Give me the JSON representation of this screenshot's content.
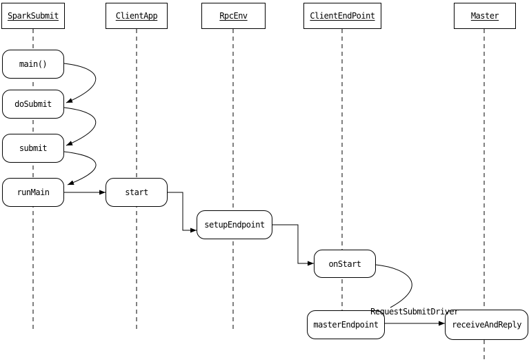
{
  "diagram": {
    "type": "sequence-diagram",
    "colors": {
      "line": "#000000",
      "background": "#ffffff",
      "box_fill": "#ffffff",
      "text": "#000000"
    },
    "lifelines": [
      {
        "name": "SparkSubmit"
      },
      {
        "name": "ClientApp"
      },
      {
        "name": "RpcEnv"
      },
      {
        "name": "ClientEndPoint"
      },
      {
        "name": "Master"
      }
    ],
    "activities": [
      {
        "label": "main()",
        "lifeline": "SparkSubmit"
      },
      {
        "label": "doSubmit",
        "lifeline": "SparkSubmit"
      },
      {
        "label": "submit",
        "lifeline": "SparkSubmit"
      },
      {
        "label": "runMain",
        "lifeline": "SparkSubmit"
      },
      {
        "label": "start",
        "lifeline": "ClientApp"
      },
      {
        "label": "setupEndpoint",
        "lifeline": "RpcEnv"
      },
      {
        "label": "onStart",
        "lifeline": "ClientEndPoint"
      },
      {
        "label": "masterEndpoint",
        "lifeline": "ClientEndPoint"
      },
      {
        "label": "receiveAndReply",
        "lifeline": "Master"
      }
    ],
    "flows": [
      {
        "from": "main()",
        "to": "doSubmit"
      },
      {
        "from": "doSubmit",
        "to": "submit"
      },
      {
        "from": "submit",
        "to": "runMain"
      },
      {
        "from": "runMain",
        "to": "start"
      },
      {
        "from": "start",
        "to": "setupEndpoint"
      },
      {
        "from": "setupEndpoint",
        "to": "onStart"
      },
      {
        "from": "onStart",
        "to": "masterEndpoint"
      },
      {
        "from": "masterEndpoint",
        "to": "receiveAndReply",
        "label": "RequestSubmitDriver"
      }
    ],
    "messages": [
      {
        "label": "RequestSubmitDriver"
      }
    ]
  }
}
